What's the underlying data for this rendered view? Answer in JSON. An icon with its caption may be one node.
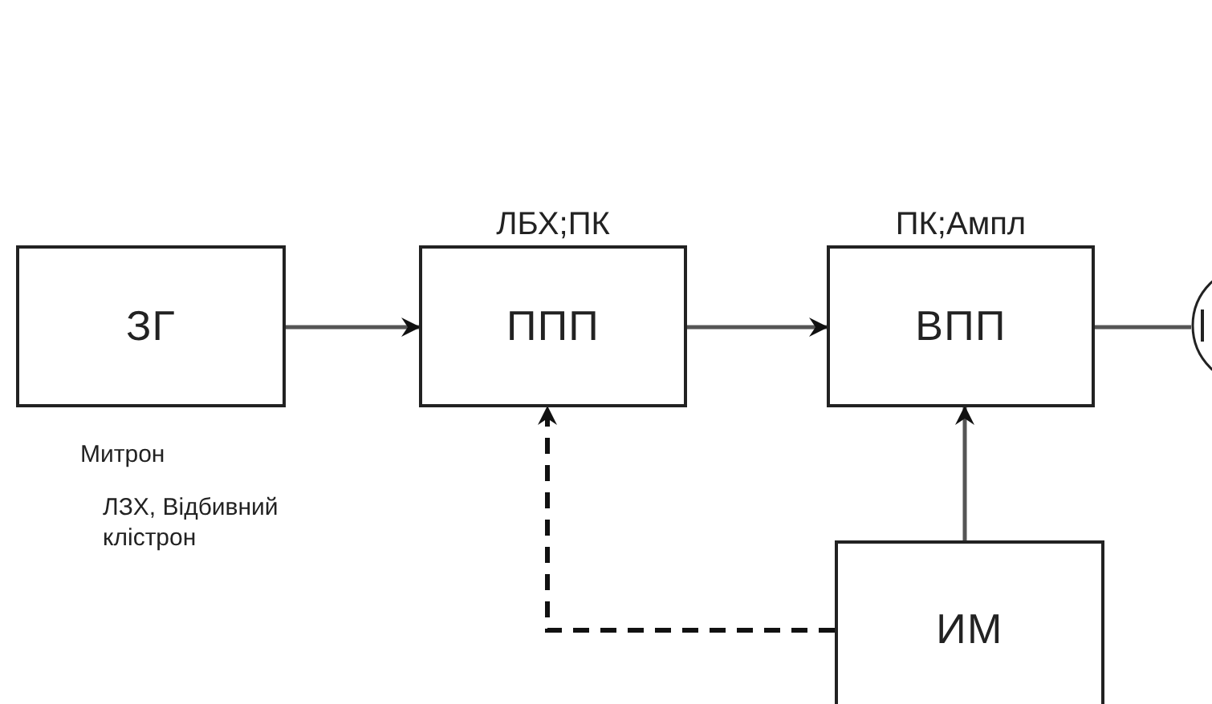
{
  "diagram": {
    "nodes": [
      {
        "text": [
          "ЗГ"
        ],
        "beside": [
          "Митрон",
          "ЛЗХ, Відбивний клістрон"
        ]
      },
      {
        "text": [
          "ЛБХ;ПК",
          "ППП"
        ]
      },
      {
        "text": [
          "ПК;Ампл",
          "ВПП"
        ]
      },
      {
        "text": [],
        "shape": "circle"
      },
      {
        "text": [
          "ИМ"
        ]
      }
    ],
    "edges": [
      {
        "from": 0,
        "to": 1,
        "arrow": "to"
      },
      {
        "from": 1,
        "to": 2,
        "arrow": "to"
      },
      {
        "from": 2,
        "to": 3,
        "arrow": "none"
      },
      {
        "from": 4,
        "to": 2,
        "arrow": "to"
      },
      {
        "from": 4,
        "to": 1,
        "arrow": "to",
        "style": "dashed"
      }
    ]
  }
}
